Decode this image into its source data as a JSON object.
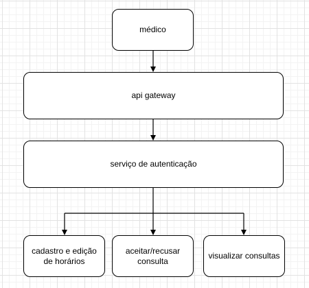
{
  "diagram": {
    "nodes": {
      "medico": "médico",
      "api_gateway": "api gateway",
      "auth_service": "serviço de autenticação",
      "schedule_edit": "cadastro e edição de horários",
      "accept_reject": "aceitar/recusar consulta",
      "view_appointments": "visualizar consultas"
    },
    "edges": [
      {
        "from": "médico",
        "to": "api gateway"
      },
      {
        "from": "api gateway",
        "to": "serviço de autenticação"
      },
      {
        "from": "serviço de autenticação",
        "to": "cadastro e edição de horários"
      },
      {
        "from": "serviço de autenticação",
        "to": "aceitar/recusar consulta"
      },
      {
        "from": "serviço de autenticação",
        "to": "visualizar consultas"
      }
    ],
    "colors": {
      "background": "#ffffff",
      "grid": "#e2e2e2",
      "stroke": "#000000"
    }
  }
}
